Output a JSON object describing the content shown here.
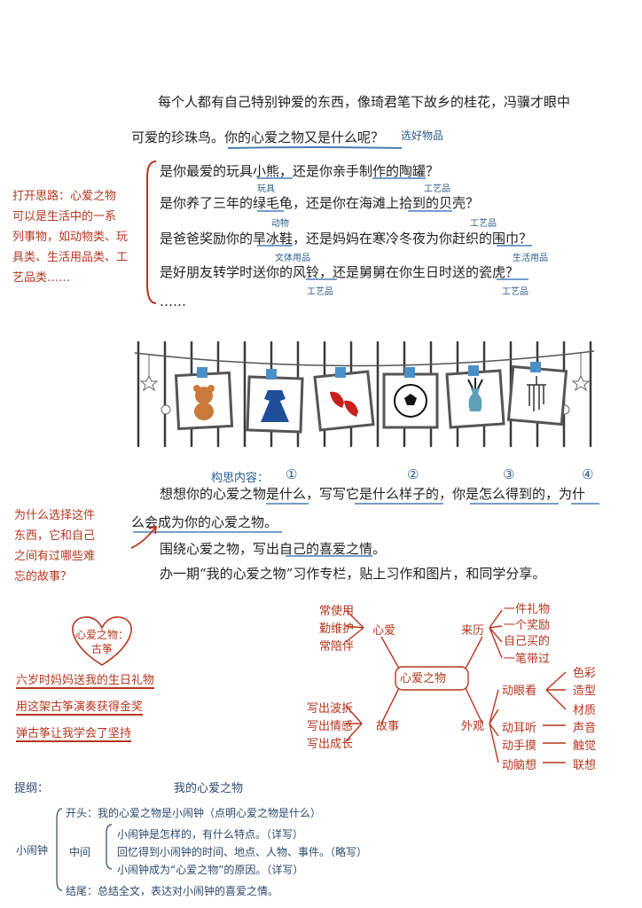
{
  "intro": {
    "line1": "每个人都有自己特别钟爱的东西，像琦君笔下故乡的桂花，冯骥才眼中",
    "line2": "可爱的珍珠鸟。你的心爱之物又是什么呢？",
    "note": "选好物品"
  },
  "thinking_note": [
    "打开思路：心爱之物",
    "可以是生活中的一系",
    "列事物，如动物类、玩",
    "具类、生活用品类、工",
    "艺品类……"
  ],
  "questions": [
    "是你最爱的玩具小熊，还是你亲手制作的陶罐？",
    "是你养了三年的绿毛龟，还是你在海滩上拾到的贝壳？",
    "是爸爸奖励你的旱冰鞋，还是妈妈在寒冷冬夜为你赶织的围巾？",
    "是好朋友转学时送你的风铃，还是舅舅在你生日时送的瓷虎？",
    "……"
  ],
  "category_labels": {
    "q1_a": "玩具",
    "q1_b": "工艺品",
    "q2_a": "动物",
    "q2_b": "工艺品",
    "q3_a": "文体用品",
    "q3_b": "生活用品",
    "q4_a": "工艺品",
    "q4_b": "工艺品"
  },
  "photos": [
    "teddy-bear",
    "blue-dress",
    "red-shoes",
    "soccer-ball",
    "vase",
    "wind-chime"
  ],
  "structure": {
    "label": "构思内容：",
    "n1": "①",
    "n2": "②",
    "n3": "③",
    "n4": "④"
  },
  "task": {
    "line1": "想想你的心爱之物是什么，写写它是什么样子的，你是怎么得到的，为什",
    "line2": "么会成为你的心爱之物。",
    "line3": "围绕心爱之物，写出自己的喜爱之情。",
    "line4": "办一期“我的心爱之物”习作专栏，贴上习作和图片，和同学分享。"
  },
  "why_note": [
    "为什么选择这件",
    "东西，它和自己",
    "之间有过哪些难",
    "忘的故事？"
  ],
  "heart": {
    "line1": "心爱之物：",
    "line2": "古筝"
  },
  "guzheng_points": [
    "六岁时妈妈送我的生日礼物",
    "用这架古筝演奏获得金奖",
    "弹古筝让我学会了坚持"
  ],
  "mindmap": {
    "center": "心爱之物",
    "love": {
      "label": "心爱",
      "items": [
        "常使用",
        "勤维护",
        "常陪伴"
      ]
    },
    "origin": {
      "label": "来历",
      "items": [
        "一件礼物",
        "一个奖励",
        "自己买的",
        "一笔带过"
      ]
    },
    "story": {
      "label": "故事",
      "items": [
        "写出波折",
        "写出情感",
        "写出成长"
      ]
    },
    "look": {
      "label": "外观",
      "eye": "动眼看",
      "eye_items": [
        "色彩",
        "造型",
        "材质"
      ],
      "ear": "动耳听",
      "ear_item": "声音",
      "hand": "动手摸",
      "hand_item": "触觉",
      "brain": "动脑想",
      "brain_item": "联想"
    }
  },
  "outline": {
    "label": "提纲：",
    "title": "我的心爱之物",
    "subject": "小闹钟",
    "opening": "开头：我的心爱之物是小闹钟（点明心爱之物是什么）",
    "middle_label": "中间",
    "middle": [
      "小闹钟是怎样的，有什么特点。（详写）",
      "回忆得到小闹钟的时间、地点、人物、事件。（略写）",
      "小闹钟成为“心爱之物”的原因。（详写）"
    ],
    "ending": "结尾：总结全文，表达对小闹钟的喜爱之情。"
  }
}
